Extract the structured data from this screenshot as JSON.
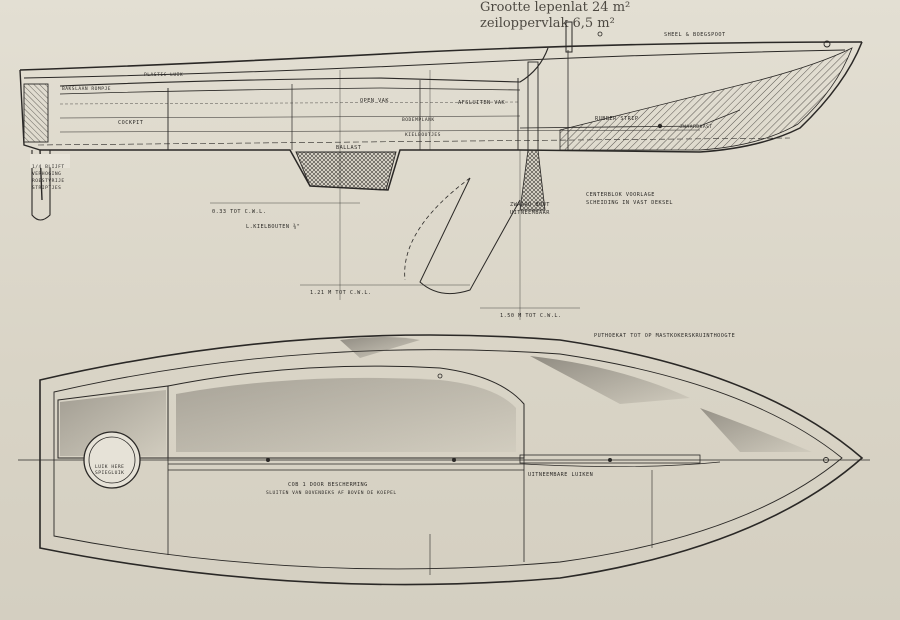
{
  "page_text": {
    "top_center": [
      "Grootte lepenlat 24 m²",
      "zeiloppervlak 6,5 m²"
    ],
    "top_right": [],
    "mid_center": [],
    "mid_right": []
  },
  "profile": {
    "labels": {
      "sheel_boegspoot": "SHEEL & BOEGSPOOT",
      "plastic_luik": "PLASTIC LUIK",
      "bakslaan_rompje": "BAKSLAAN ROMPJE",
      "cockpit": "COCKPIT",
      "open_vak": "OPEN VAK",
      "afsluiten_vak": "AFSLUITEN VAK",
      "bodemplank": "BODEMPLANK",
      "rubberstrip": "RUBBER STRIP",
      "zwaardkast": "ZWAARDKAST",
      "ballast": "BALLAST",
      "kielboutjes": "KIELBOUTJES",
      "zwaard_bout": "ZWAARD BOUT",
      "uithemaaklaag": "UITNEEMBAAR",
      "centerblok": "CENTERBLOK VOORLAGE",
      "scheiding": "SCHEIDING IN VAST DEKSEL",
      "dim_033": "0.33 TOT C.W.L.",
      "dim_kiel": "L.KIELBOUTEN ⅜\"",
      "dim_121": "1.21 M TOT C.W.L.",
      "dim_150": "1.50 M TOT C.W.L.",
      "putfixaat": "PUTHOEKAT TOT OP MASTKOKERSKRUINTHOOGTE",
      "left_note_1": "1/4 BLIJFT",
      "left_note_2": "VERHOGING",
      "left_note_3": "ROESTVRIJE",
      "left_note_4": "STRIPTJES"
    }
  },
  "plan": {
    "labels": {
      "luik": "LUIK HERE",
      "luik2": "SPIEGLUIK",
      "centre_1": "COB 1 DOOR BESCHERMING",
      "centre_2": "SLUITEN VAN BOVENDEKS AF BOVEN DE KOEPEL",
      "zwaardkast_luik": "UITNEEMBARE LUIKEN"
    }
  }
}
